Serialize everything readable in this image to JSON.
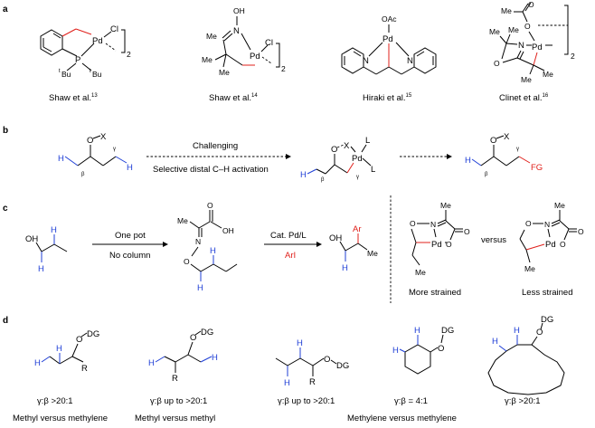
{
  "panels": {
    "a": {
      "label": "a",
      "atoms": {
        "cl": "Cl",
        "pd": "Pd",
        "p": "P",
        "tbu": "Bu",
        "t_sup": "t",
        "sub2": "2",
        "oh": "OH",
        "n": "N",
        "me": "Me",
        "oac": "OAc",
        "o": "O"
      },
      "refs": [
        {
          "text": "Shaw et al.",
          "sup": "13"
        },
        {
          "text": "Shaw et al.",
          "sup": "14"
        },
        {
          "text": "Hiraki et al.",
          "sup": "15"
        },
        {
          "text": "Clinet et al.",
          "sup": "16"
        }
      ]
    },
    "b": {
      "label": "b",
      "atoms": {
        "o": "O",
        "x": "X",
        "h": "H",
        "pd": "Pd",
        "l": "L",
        "fg": "FG",
        "gamma": "γ",
        "beta": "β"
      },
      "arrow_top": "Challenging",
      "arrow_bottom": "Selective distal C–H activation"
    },
    "c": {
      "label": "c",
      "atoms": {
        "oh": "OH",
        "h": "H",
        "me": "Me",
        "o": "O",
        "n": "N",
        "pd": "Pd",
        "ar": "Ar"
      },
      "arrow1_top": "One pot",
      "arrow1_bottom": "No column",
      "arrow2_top": "Cat. Pd/L",
      "arrow2_bottom": "ArI",
      "versus": "versus",
      "more": "More strained",
      "less": "Less strained"
    },
    "d": {
      "label": "d",
      "atoms": {
        "o": "O",
        "dg": "DG",
        "h": "H",
        "r": "R"
      },
      "ratios": [
        "γ:β >20:1",
        "γ:β up to >20:1",
        "γ:β up to >20:1",
        "γ:β = 4:1",
        "γ:β >20:1"
      ],
      "captions": [
        "Methyl versus methylene",
        "Methyl versus methyl",
        "Methylene versus methylene"
      ]
    }
  },
  "colors": {
    "blue": "#1f3fd6",
    "red": "#e0201b",
    "black": "#000000"
  }
}
